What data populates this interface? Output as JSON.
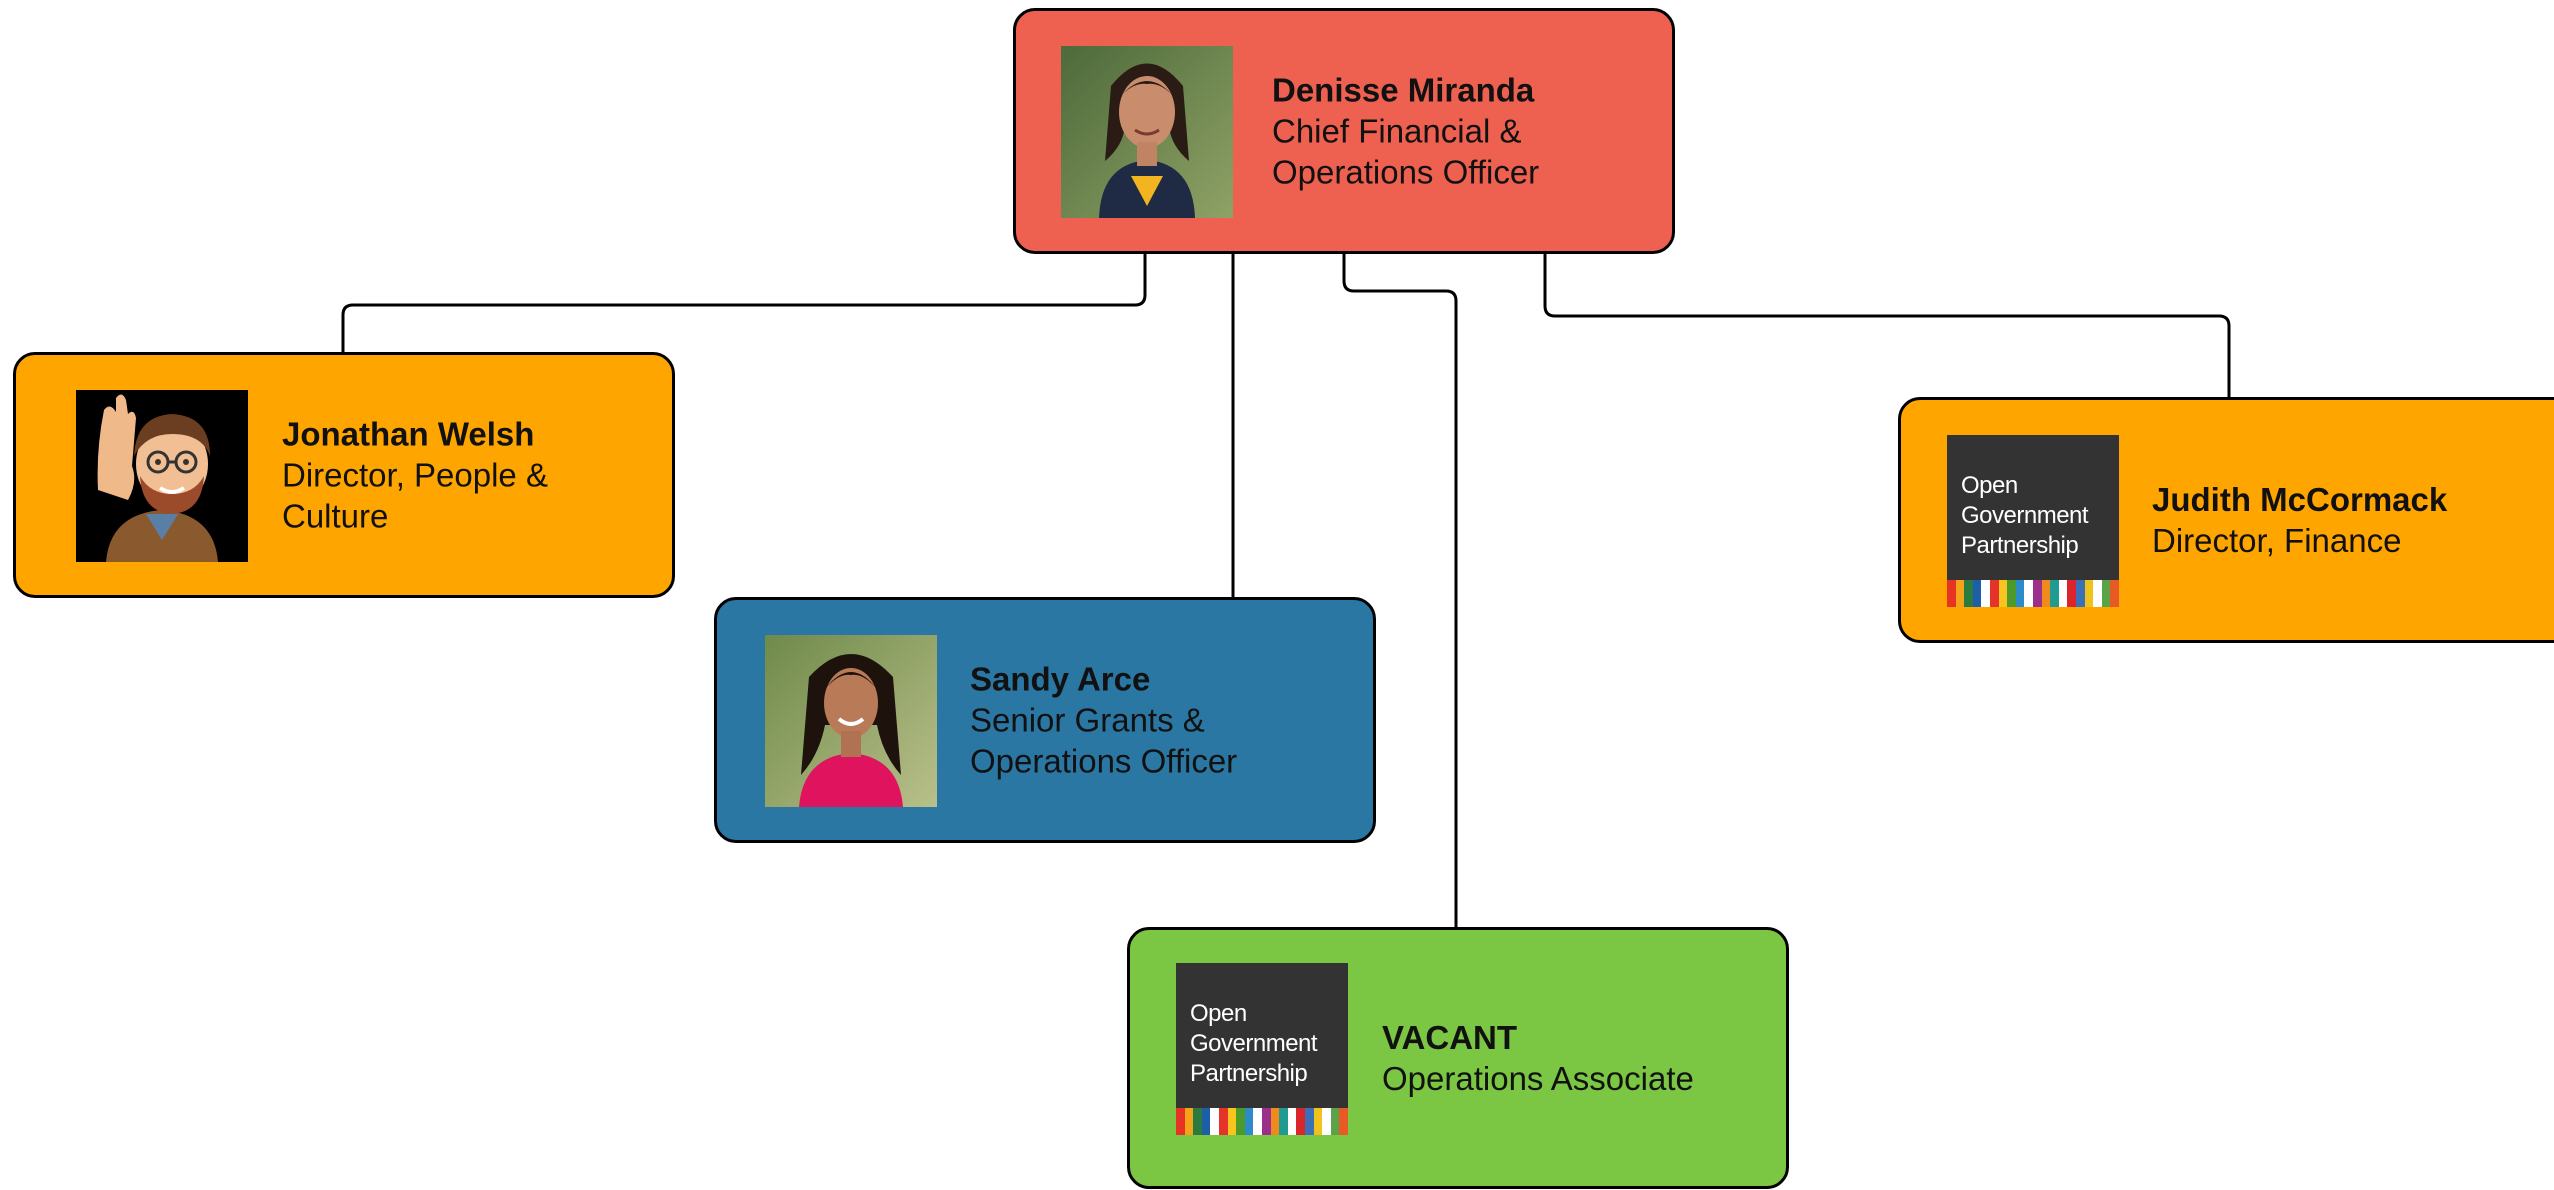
{
  "org_chart": {
    "head": {
      "name": "Denisse Miranda",
      "title_line1": "Chief Financial &",
      "title_line2": "Operations Officer",
      "color": "#EE6150"
    },
    "reports": [
      {
        "key": "jonathan",
        "name": "Jonathan Welsh",
        "title_line1": "Director, People &",
        "title_line2": "Culture",
        "color": "#FFA500"
      },
      {
        "key": "sandy",
        "name": "Sandy Arce",
        "title_line1": "Senior Grants &",
        "title_line2": "Operations Officer",
        "color": "#2A77A4"
      },
      {
        "key": "vacant",
        "name": "VACANT",
        "title_line1": "Operations Associate",
        "title_line2": "",
        "color": "#7BC642"
      },
      {
        "key": "judith",
        "name": "Judith McCormack",
        "title_line1": "Director, Finance",
        "title_line2": "",
        "color": "#FFA500"
      }
    ]
  },
  "logo": {
    "line1": "Open",
    "line2": "Government",
    "line3": "Partnership",
    "stripe_colors": [
      "#E63323",
      "#F5A31A",
      "#2B7A3F",
      "#1D5EA8",
      "#FFFFFF",
      "#E5332A",
      "#F7C51E",
      "#4C9A2A",
      "#2E8BC9",
      "#FFFFFF",
      "#9B2F8A",
      "#F08A1C",
      "#1F9B8F",
      "#FFFFFF",
      "#D9252B",
      "#3B6FB6",
      "#F1C21B",
      "#FFFFFF",
      "#5AA346",
      "#E85A25"
    ]
  },
  "avatars": {
    "head": "woman-portrait-photo",
    "jonathan": "memoji-waving-man",
    "sandy": "woman-portrait-photo"
  }
}
